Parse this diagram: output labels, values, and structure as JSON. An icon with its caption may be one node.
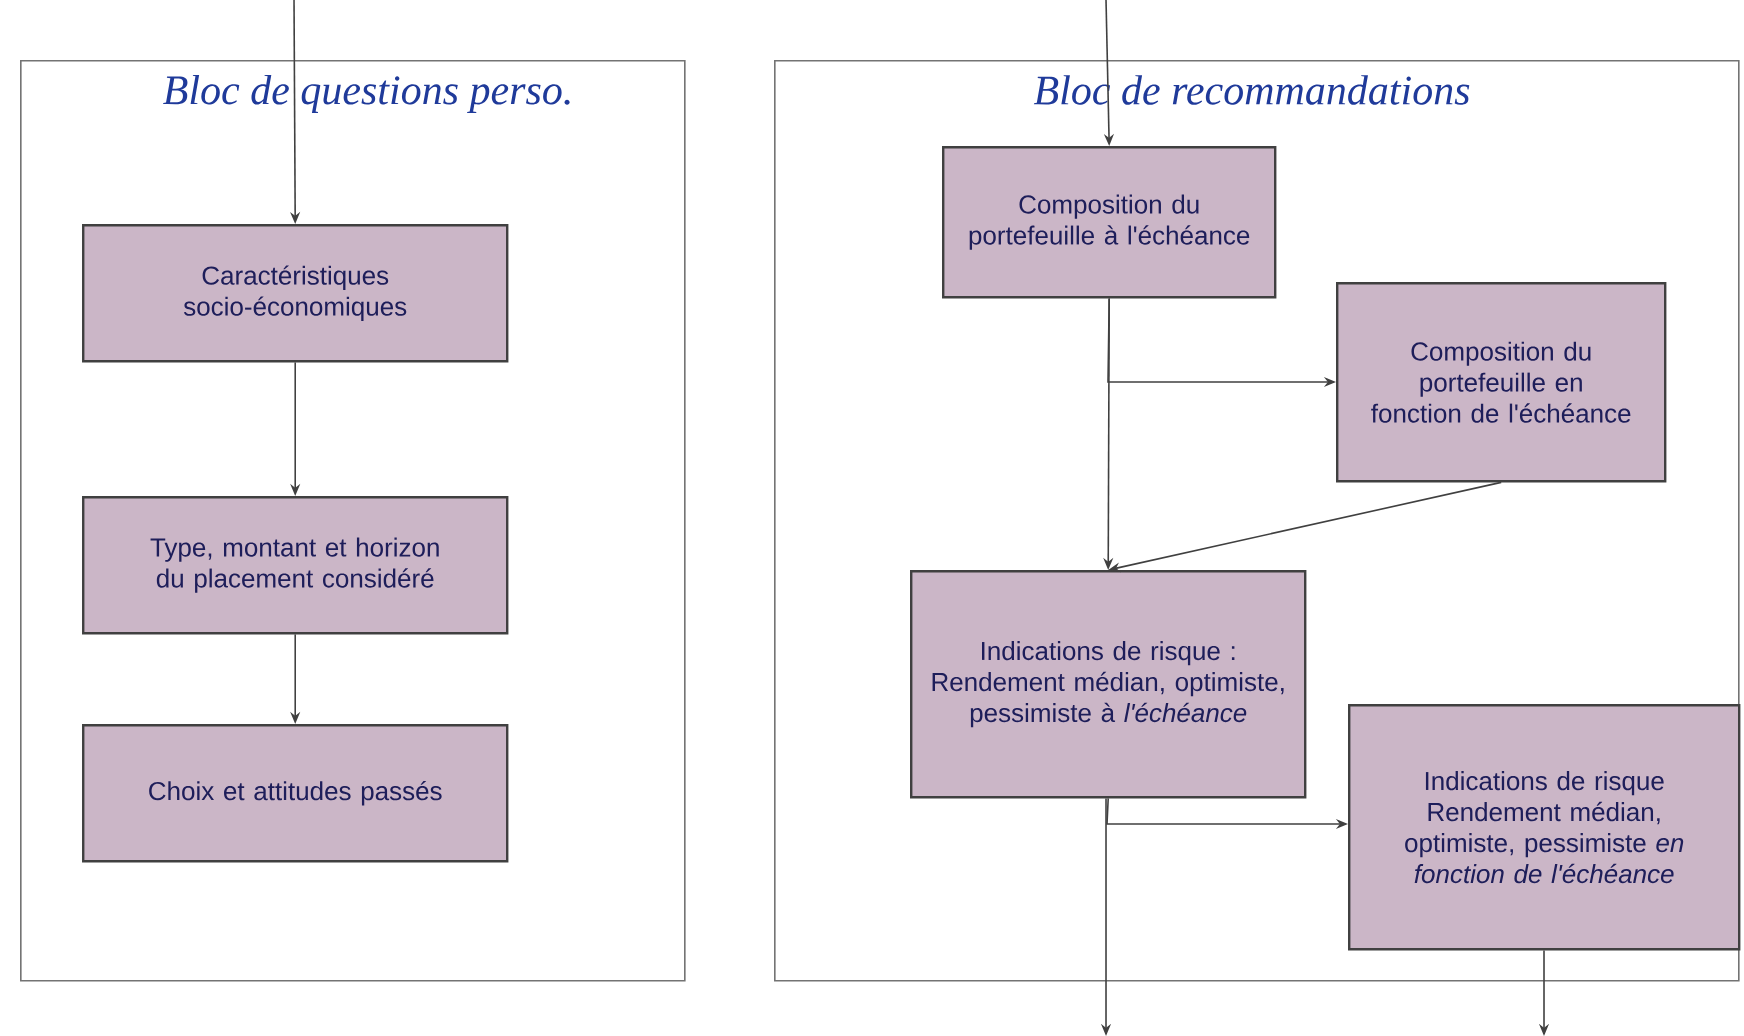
{
  "diagram": {
    "nodes": [
      {
        "text": [
          "Bloc de questions perso."
        ]
      },
      {
        "text": [
          "Caractéristiques socio-économiques"
        ],
        "in": 0
      },
      {
        "text": [
          "Type, montant et horizon du placement considéré"
        ],
        "in": 0
      },
      {
        "text": [
          "Choix et attitudes passés"
        ],
        "in": 0
      },
      {
        "text": [
          "Bloc de recommandations"
        ]
      },
      {
        "text": [
          "Composition du portefeuille à l'échéance"
        ],
        "in": 4
      },
      {
        "text": [
          "Composition du portefeuille en fonction de l'échéance"
        ],
        "in": 4
      },
      {
        "text": [
          "Indications de risque : Rendement médian, optimiste, pessimiste à *l'échéance*"
        ],
        "in": 4
      },
      {
        "text": [
          "Indications de risque Rendement médian, optimiste, pessimiste *en fonction de l'échéance*"
        ],
        "in": 4
      }
    ],
    "edges": [
      {
        "from": null,
        "to": 1,
        "arrow": "to"
      },
      {
        "from": 1,
        "to": 2,
        "arrow": "to"
      },
      {
        "from": 2,
        "to": 3,
        "arrow": "to"
      },
      {
        "from": null,
        "to": 5,
        "arrow": "to"
      },
      {
        "from": 5,
        "to": 6,
        "arrow": "to"
      },
      {
        "from": 5,
        "to": 7,
        "arrow": "to"
      },
      {
        "from": 6,
        "to": 7,
        "arrow": "to"
      },
      {
        "from": 7,
        "to": 8,
        "arrow": "to"
      },
      {
        "from": 7,
        "to": null,
        "arrow": "to"
      },
      {
        "from": 8,
        "to": null,
        "arrow": "to"
      }
    ]
  }
}
